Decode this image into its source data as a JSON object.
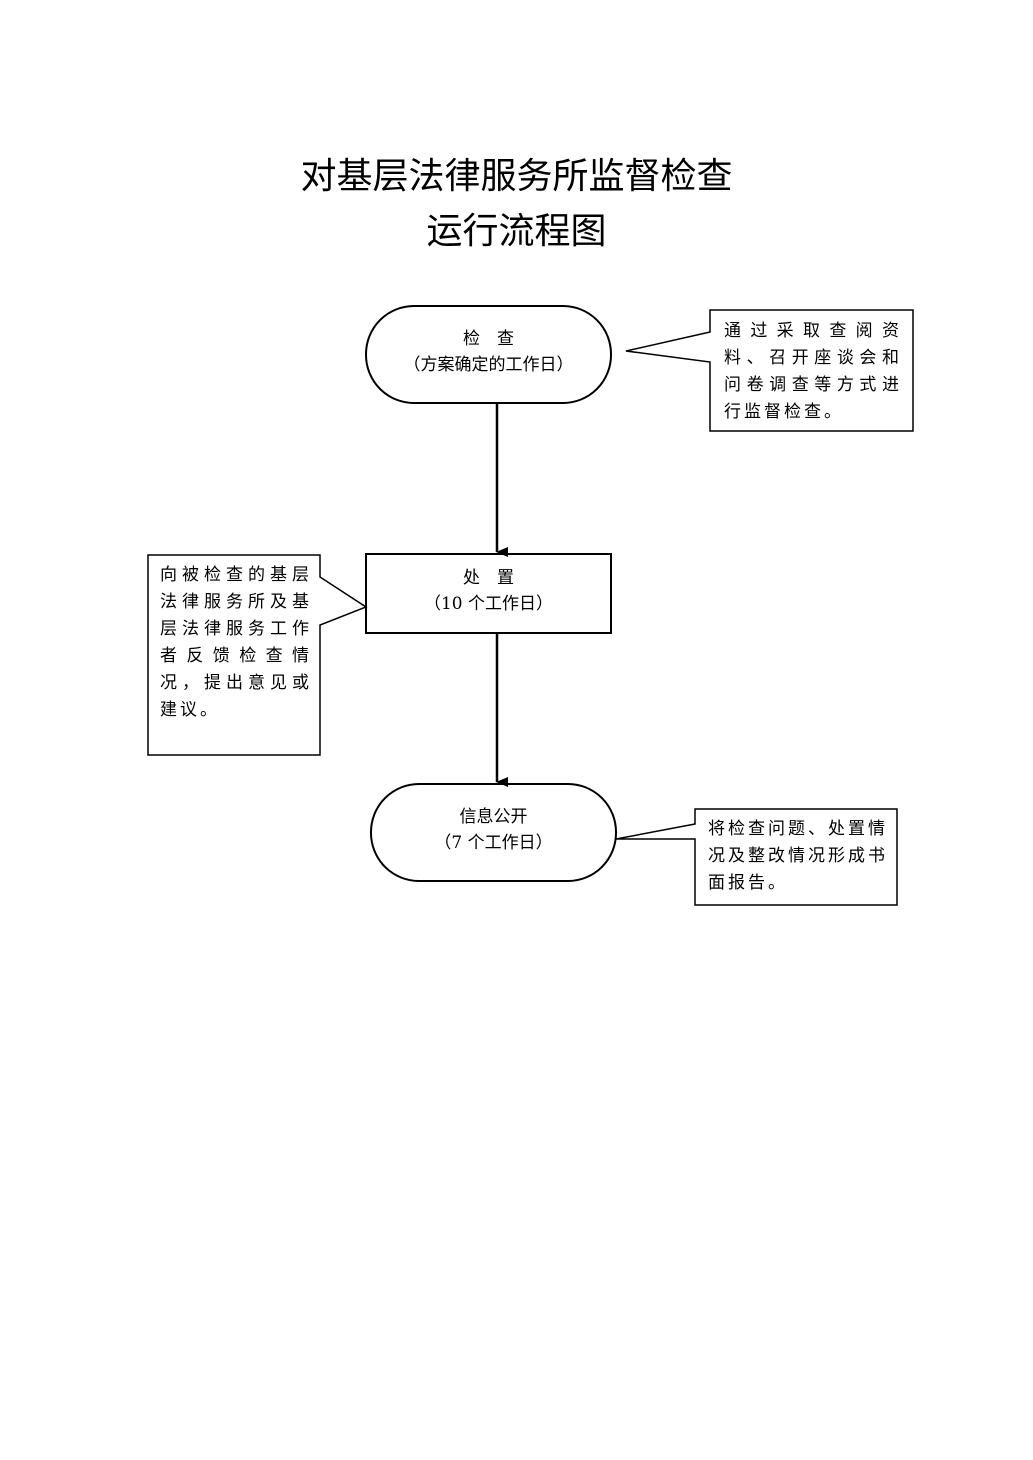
{
  "title": {
    "line1": "对基层法律服务所监督检查",
    "line2": "运行流程图"
  },
  "nodes": {
    "check": {
      "label": "检　查",
      "sub": "（方案确定的工作日）"
    },
    "handle": {
      "label": "处　置",
      "sub": "（10 个工作日）"
    },
    "publicize": {
      "label": "信息公开",
      "sub": "（7 个工作日）"
    }
  },
  "notes": {
    "check_note": "通过采取查阅资料、召开座谈会和问卷调查等方式进行监督检查。",
    "handle_note": "向被检查的基层法律服务所及基层法律服务工作者反馈检查情况，提出意见或建议。",
    "publicize_note": "将检查问题、处置情况及整改情况形成书面报告。"
  }
}
